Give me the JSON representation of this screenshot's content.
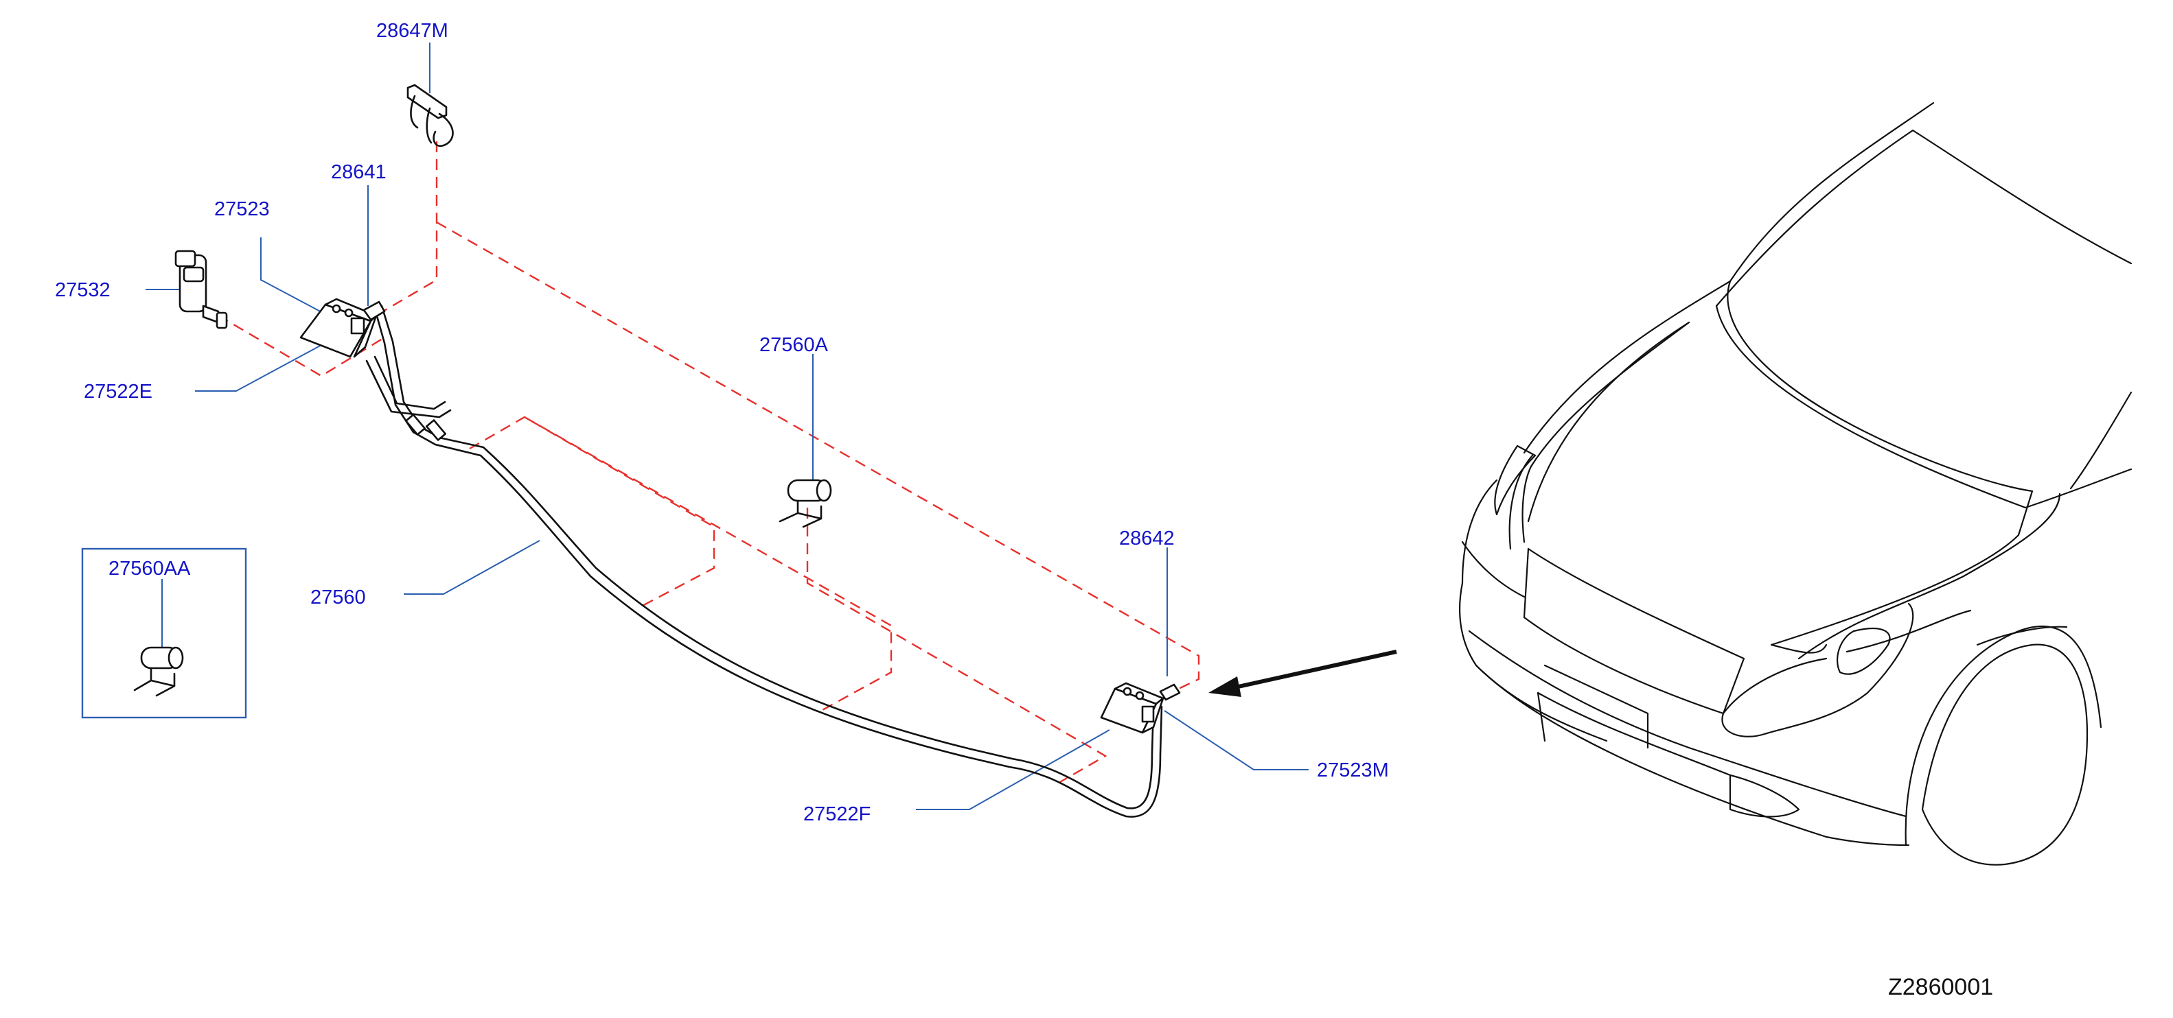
{
  "parts": [
    {
      "id": "28647M"
    },
    {
      "id": "28641"
    },
    {
      "id": "27523"
    },
    {
      "id": "27532"
    },
    {
      "id": "27522E"
    },
    {
      "id": "27560A"
    },
    {
      "id": "27560AA"
    },
    {
      "id": "27560"
    },
    {
      "id": "28642"
    },
    {
      "id": "27523M"
    },
    {
      "id": "27522F"
    }
  ],
  "drawing_code": "Z2860001",
  "colors": {
    "label": "#1414c8",
    "leader": "#2a5fb0",
    "dashed_link": "#e8302c",
    "linework": "#111111"
  }
}
